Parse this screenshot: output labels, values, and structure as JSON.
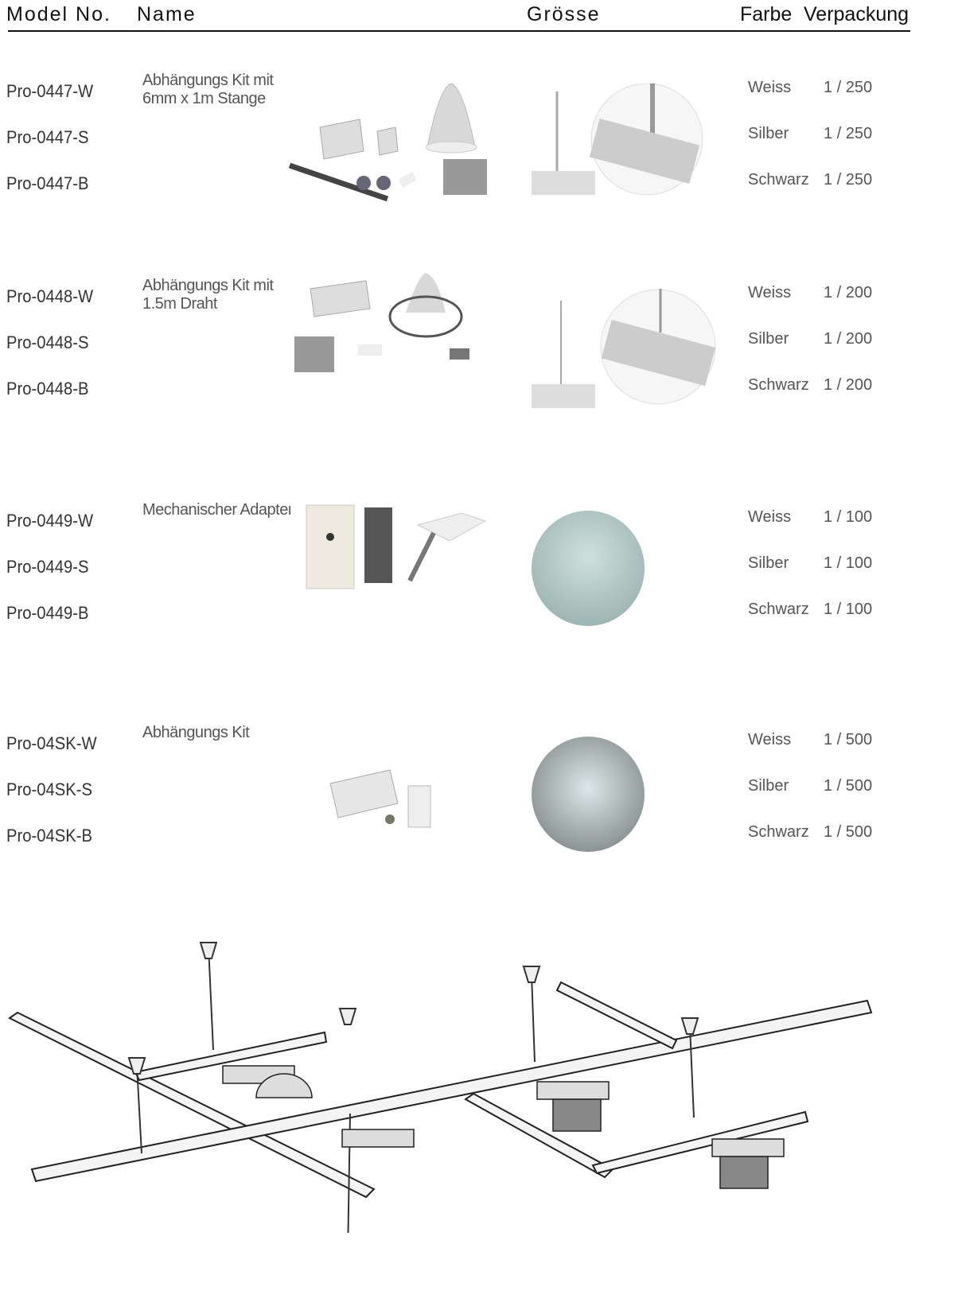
{
  "header": {
    "model": "Model No.",
    "name": "Name",
    "groesse": "Grösse",
    "farbe": "Farbe",
    "verpackung": "Verpackung"
  },
  "products": [
    {
      "name_lines": [
        "Abhängungs Kit mit",
        "6mm x 1m Stange"
      ],
      "variants": [
        {
          "model": "Pro-0447-W",
          "farbe": "Weiss",
          "pack": "1 / 250"
        },
        {
          "model": "Pro-0447-S",
          "farbe": "Silber",
          "pack": "1 / 250"
        },
        {
          "model": "Pro-0447-B",
          "farbe": "Schwarz",
          "pack": "1 / 250"
        }
      ]
    },
    {
      "name_lines": [
        "Abhängungs Kit mit",
        "1.5m Draht"
      ],
      "variants": [
        {
          "model": "Pro-0448-W",
          "farbe": "Weiss",
          "pack": "1 / 200"
        },
        {
          "model": "Pro-0448-S",
          "farbe": "Silber",
          "pack": "1 / 200"
        },
        {
          "model": "Pro-0448-B",
          "farbe": "Schwarz",
          "pack": "1 / 200"
        }
      ]
    },
    {
      "name_lines": [
        "Mechanischer Adapter",
        ""
      ],
      "variants": [
        {
          "model": "Pro-0449-W",
          "farbe": "Weiss",
          "pack": "1 / 100"
        },
        {
          "model": "Pro-0449-S",
          "farbe": "Silber",
          "pack": "1 / 100"
        },
        {
          "model": "Pro-0449-B",
          "farbe": "Schwarz",
          "pack": "1 / 100"
        }
      ]
    },
    {
      "name_lines": [
        "Abhängungs Kit",
        ""
      ],
      "variants": [
        {
          "model": "Pro-04SK-W",
          "farbe": "Weiss",
          "pack": "1 / 500"
        },
        {
          "model": "Pro-04SK-S",
          "farbe": "Silber",
          "pack": "1 / 500"
        },
        {
          "model": "Pro-04SK-B",
          "farbe": "Schwarz",
          "pack": "1 / 500"
        }
      ]
    }
  ]
}
